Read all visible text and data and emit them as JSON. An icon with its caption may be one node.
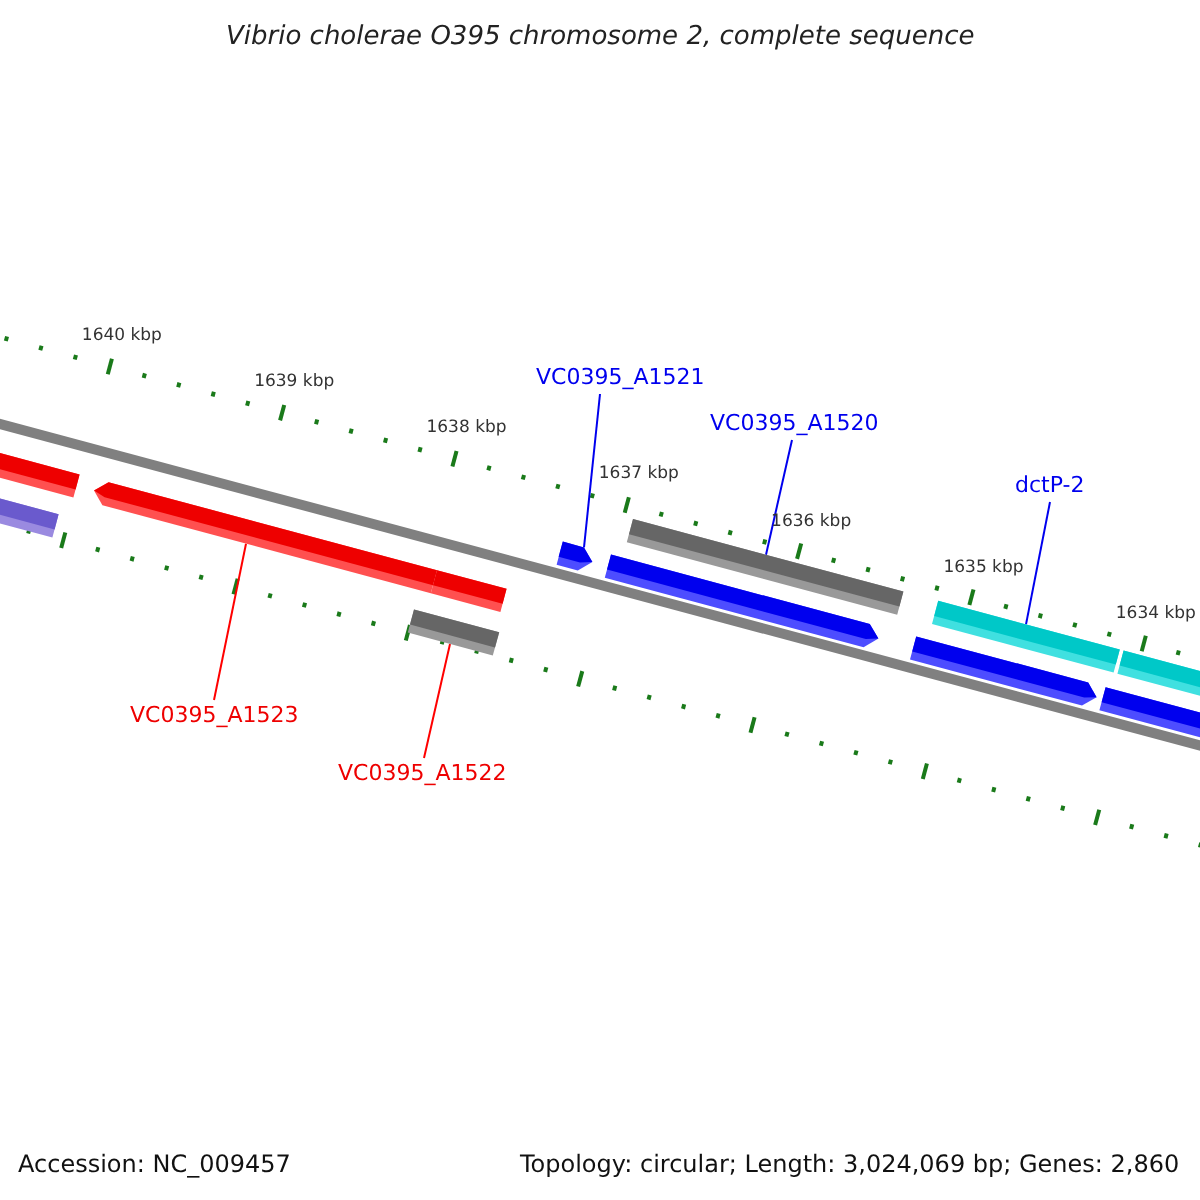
{
  "diagram": {
    "title": "Vibrio cholerae O395 chromosome 2, complete sequence",
    "nodes": [
      {
        "text": [
          "VC0395_A1521"
        ]
      },
      {
        "text": [
          "VC0395_A1520"
        ]
      },
      {
        "text": [
          "dctP-2"
        ]
      },
      {
        "text": [
          "VC0395_A1523"
        ]
      },
      {
        "text": [
          "VC0395_A1522"
        ]
      },
      {
        "text": [],
        "shape": "bar"
      },
      {
        "text": [],
        "shape": "bar"
      },
      {
        "text": [],
        "shape": "arrow"
      },
      {
        "text": [],
        "shape": "bar"
      },
      {
        "text": [],
        "shape": "bar"
      },
      {
        "text": [],
        "shape": "arrow"
      },
      {
        "text": [],
        "shape": "arrow"
      },
      {
        "text": [],
        "shape": "bar"
      },
      {
        "text": [],
        "shape": "arrow"
      },
      {
        "text": [],
        "shape": "bar"
      },
      {
        "text": [],
        "shape": "bar"
      },
      {
        "text": [],
        "shape": "bar"
      }
    ],
    "edges": [
      {
        "from": 0,
        "to": 10,
        "arrow": "none"
      },
      {
        "from": 1,
        "to": 12,
        "arrow": "none"
      },
      {
        "from": 2,
        "to": 14,
        "arrow": "none"
      },
      {
        "from": 3,
        "to": 7,
        "arrow": "none",
        "color": "#ff0000"
      },
      {
        "from": 4,
        "to": 8,
        "arrow": "none",
        "color": "#ff0000"
      }
    ],
    "labels": [
      "1640 kbp",
      "1639 kbp",
      "1638 kbp",
      "1637 kbp",
      "1636 kbp",
      "1635 kbp",
      "1634 kbp",
      "Accession: NC_009457",
      "Topology: circular; Length: 3,024,069 bp; Genes: 2,860"
    ]
  }
}
